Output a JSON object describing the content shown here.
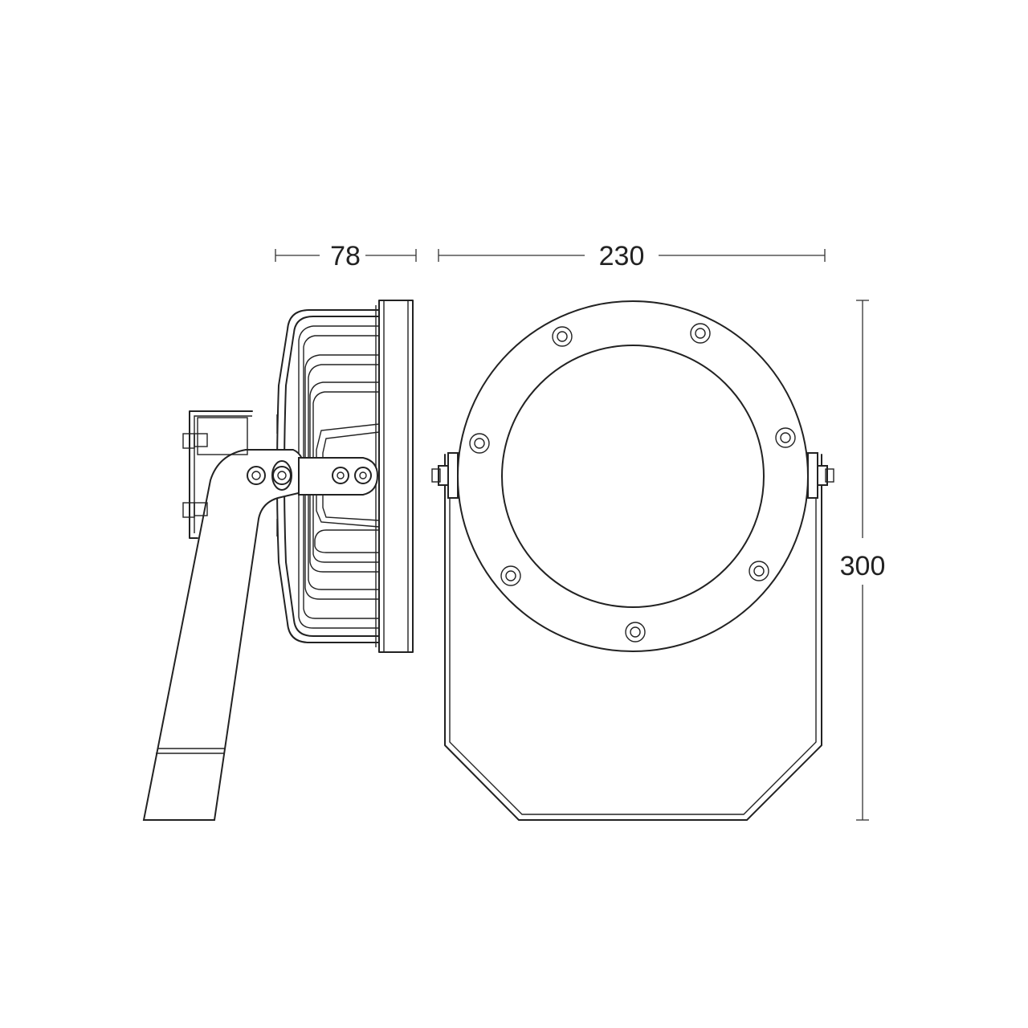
{
  "dimensions": {
    "depth_label": "78",
    "width_label": "230",
    "height_label": "300"
  },
  "colors": {
    "line": "#222222",
    "background": "#ffffff"
  }
}
